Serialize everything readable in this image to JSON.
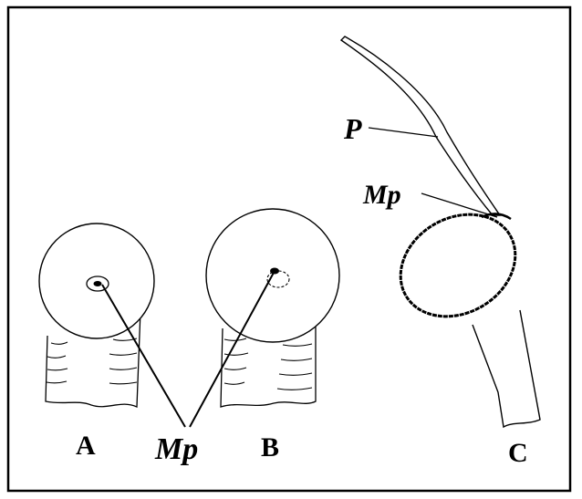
{
  "labels": {
    "panel_a": "A",
    "panel_b": "B",
    "panel_c": "C",
    "mp_shared": "Mp",
    "mp_c": "Mp",
    "p_c": "P"
  },
  "colors": {
    "ink": "#000000",
    "paper": "#ffffff"
  }
}
